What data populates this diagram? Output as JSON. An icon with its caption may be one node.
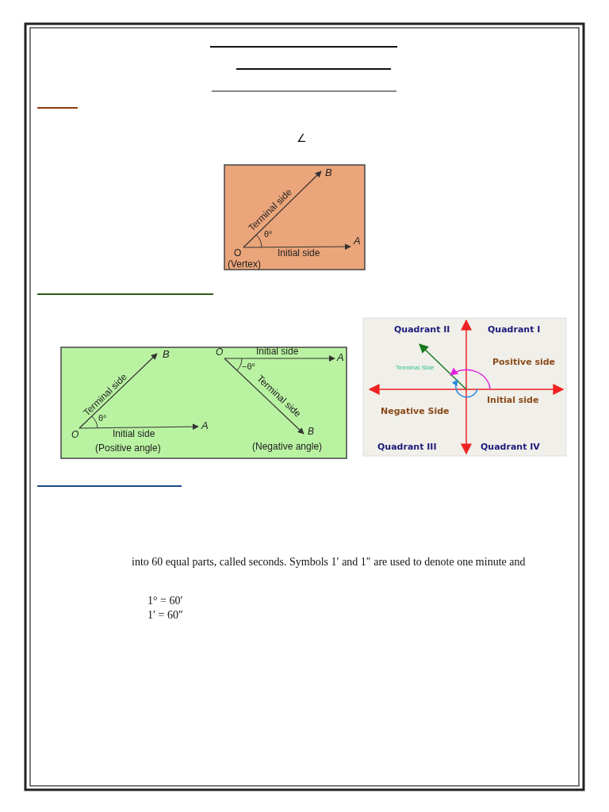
{
  "diagram": {
    "labels": [
      "∠",
      "B",
      "Terminal side",
      "θ°",
      "O",
      "Initial side",
      "A",
      "(Vertex)",
      "B",
      "Terminal side",
      "θ°",
      "O",
      "Initial side",
      "A",
      "(Positive angle)",
      "O",
      "Initial side",
      "A",
      "−θ°",
      "Terminal side",
      "B",
      "(Negative angle)",
      "Quadrant II",
      "Quadrant I",
      "Terminal Side",
      "Positive side",
      "Initial side",
      "Negative Side",
      "Quadrant III",
      "Quadrant IV",
      "into 60 equal parts, called seconds. Symbols 1′ and 1″ are used to denote one minute and",
      "1° = 60′",
      "1′ = 60″"
    ]
  }
}
